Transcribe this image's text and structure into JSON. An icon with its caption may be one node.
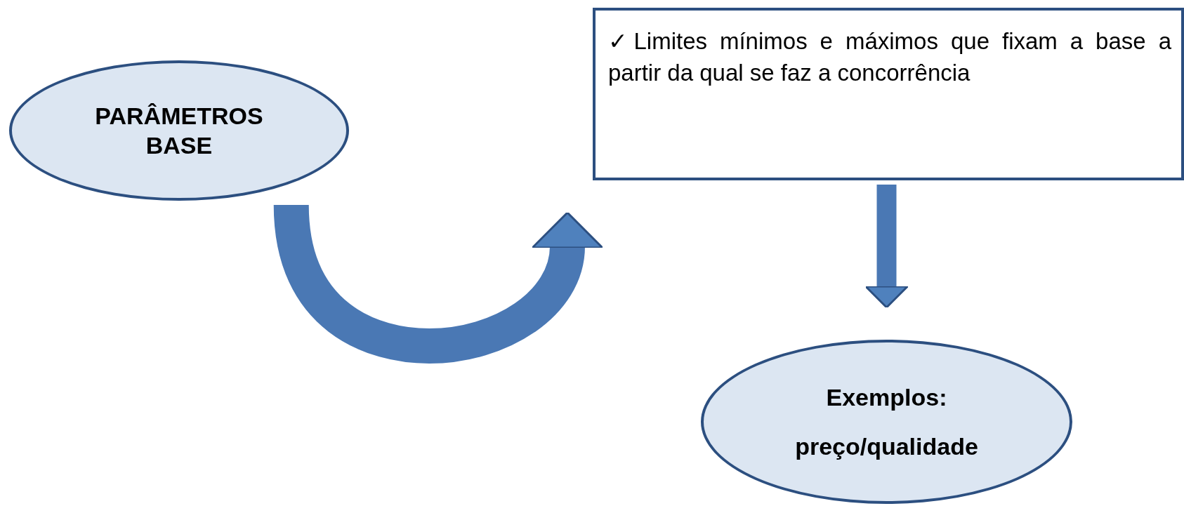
{
  "diagram": {
    "nodes": [
      {
        "text": [
          "PARÂMETROS BASE"
        ]
      },
      {
        "text": [
          "✓Limites mínimos e máximos que fixam a base a partir da qual se faz a concorrência"
        ]
      },
      {
        "text": [
          "Exemplos:",
          "preço/qualidade"
        ]
      }
    ],
    "edges": [
      {
        "from": 0,
        "to": 1,
        "arrow": "to"
      },
      {
        "from": 1,
        "to": 2,
        "arrow": "to"
      }
    ]
  }
}
